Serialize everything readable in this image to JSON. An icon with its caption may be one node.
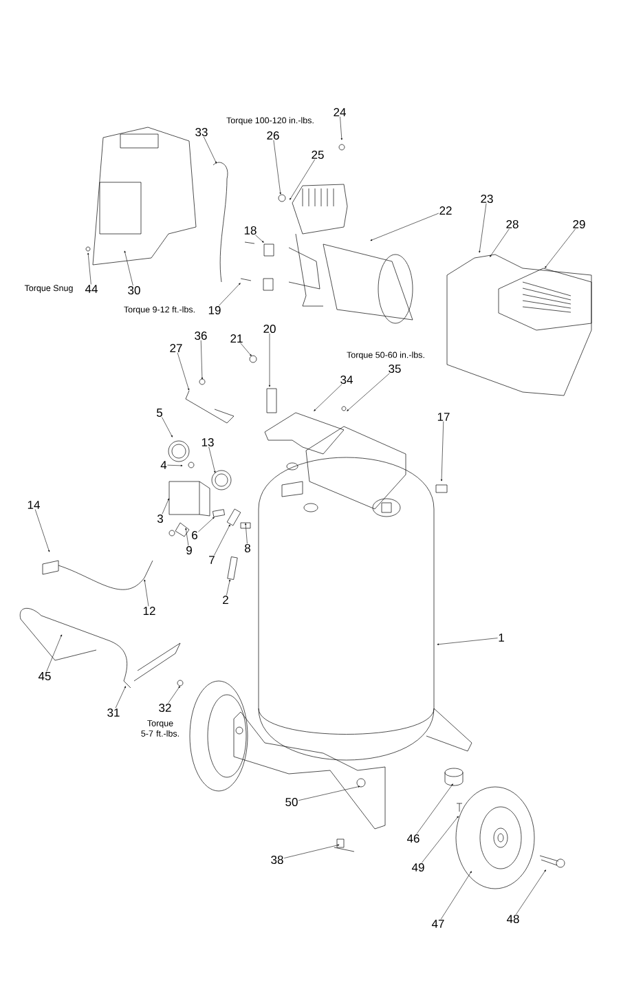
{
  "diagram": {
    "nodes": [
      {
        "text": [
          "24"
        ]
      },
      {
        "text": [
          "26"
        ]
      },
      {
        "text": [
          "25"
        ]
      },
      {
        "text": [
          "33"
        ]
      },
      {
        "text": [
          "22"
        ]
      },
      {
        "text": [
          "23"
        ]
      },
      {
        "text": [
          "28"
        ]
      },
      {
        "text": [
          "29"
        ]
      },
      {
        "text": [
          "18"
        ]
      },
      {
        "text": [
          "30"
        ]
      },
      {
        "text": [
          "44"
        ]
      },
      {
        "text": [
          "19"
        ]
      },
      {
        "text": [
          "36"
        ]
      },
      {
        "text": [
          "21"
        ]
      },
      {
        "text": [
          "20"
        ]
      },
      {
        "text": [
          "27"
        ]
      },
      {
        "text": [
          "35"
        ]
      },
      {
        "text": [
          "34"
        ]
      },
      {
        "text": [
          "17"
        ]
      },
      {
        "text": [
          "5"
        ]
      },
      {
        "text": [
          "13"
        ]
      },
      {
        "text": [
          "4"
        ]
      },
      {
        "text": [
          "3"
        ]
      },
      {
        "text": [
          "9"
        ]
      },
      {
        "text": [
          "6"
        ]
      },
      {
        "text": [
          "7"
        ]
      },
      {
        "text": [
          "8"
        ]
      },
      {
        "text": [
          "2"
        ]
      },
      {
        "text": [
          "14"
        ]
      },
      {
        "text": [
          "12"
        ]
      },
      {
        "text": [
          "45"
        ]
      },
      {
        "text": [
          "31"
        ]
      },
      {
        "text": [
          "32"
        ]
      },
      {
        "text": [
          "1"
        ]
      },
      {
        "text": [
          "50"
        ]
      },
      {
        "text": [
          "46"
        ]
      },
      {
        "text": [
          "49"
        ]
      },
      {
        "text": [
          "47"
        ]
      },
      {
        "text": [
          "48"
        ]
      },
      {
        "text": [
          "38"
        ]
      },
      {
        "text": [],
        "shape": "box"
      },
      {
        "text": [],
        "shape": "box"
      },
      {
        "text": [],
        "shape": "box"
      }
    ],
    "edges": [
      {
        "from": 0,
        "to": null,
        "arrow": "to"
      },
      {
        "from": 1,
        "to": null,
        "arrow": "to"
      },
      {
        "from": 2,
        "to": null,
        "arrow": "to"
      },
      {
        "from": 3,
        "to": null,
        "arrow": "to"
      },
      {
        "from": 4,
        "to": null,
        "arrow": "to"
      },
      {
        "from": 5,
        "to": null,
        "arrow": "to"
      },
      {
        "from": 6,
        "to": null,
        "arrow": "to"
      },
      {
        "from": 7,
        "to": null,
        "arrow": "to"
      },
      {
        "from": 8,
        "to": null,
        "arrow": "to"
      },
      {
        "from": 9,
        "to": null,
        "arrow": "to"
      },
      {
        "from": 10,
        "to": null,
        "arrow": "to"
      },
      {
        "from": 11,
        "to": null,
        "arrow": "to"
      },
      {
        "from": 12,
        "to": null,
        "arrow": "to"
      },
      {
        "from": 13,
        "to": null,
        "arrow": "to"
      },
      {
        "from": 14,
        "to": null,
        "arrow": "to"
      },
      {
        "from": 15,
        "to": null,
        "arrow": "to"
      },
      {
        "from": 16,
        "to": null,
        "arrow": "to"
      },
      {
        "from": 17,
        "to": null,
        "arrow": "to"
      },
      {
        "from": 18,
        "to": null,
        "arrow": "to"
      },
      {
        "from": 19,
        "to": null,
        "arrow": "to"
      },
      {
        "from": 20,
        "to": null,
        "arrow": "to"
      },
      {
        "from": 21,
        "to": null,
        "arrow": "to"
      },
      {
        "from": 22,
        "to": null,
        "arrow": "to"
      },
      {
        "from": 23,
        "to": null,
        "arrow": "to"
      },
      {
        "from": 24,
        "to": 40,
        "arrow": "to"
      },
      {
        "from": 25,
        "to": 41,
        "arrow": "to"
      },
      {
        "from": 26,
        "to": null,
        "arrow": "to"
      },
      {
        "from": 27,
        "to": 42,
        "arrow": "to"
      },
      {
        "from": 28,
        "to": null,
        "arrow": "to"
      },
      {
        "from": 29,
        "to": null,
        "arrow": "to"
      },
      {
        "from": 30,
        "to": null,
        "arrow": "to"
      },
      {
        "from": 31,
        "to": null,
        "arrow": "to"
      },
      {
        "from": 32,
        "to": null,
        "arrow": "to"
      },
      {
        "from": 33,
        "to": null,
        "arrow": "to"
      },
      {
        "from": 34,
        "to": null,
        "arrow": "to"
      },
      {
        "from": 35,
        "to": null,
        "arrow": "to"
      },
      {
        "from": 36,
        "to": null,
        "arrow": "to"
      },
      {
        "from": 37,
        "to": null,
        "arrow": "to"
      },
      {
        "from": 38,
        "to": null,
        "arrow": "to"
      },
      {
        "from": 39,
        "to": null,
        "arrow": "to"
      }
    ],
    "labels": [
      "Torque 100-120 in.-lbs.",
      "Torque Snug",
      "Torque 9-12 ft.-lbs.",
      "Torque 50-60 in.-lbs.",
      "Torque 5-7 ft.-lbs."
    ]
  }
}
